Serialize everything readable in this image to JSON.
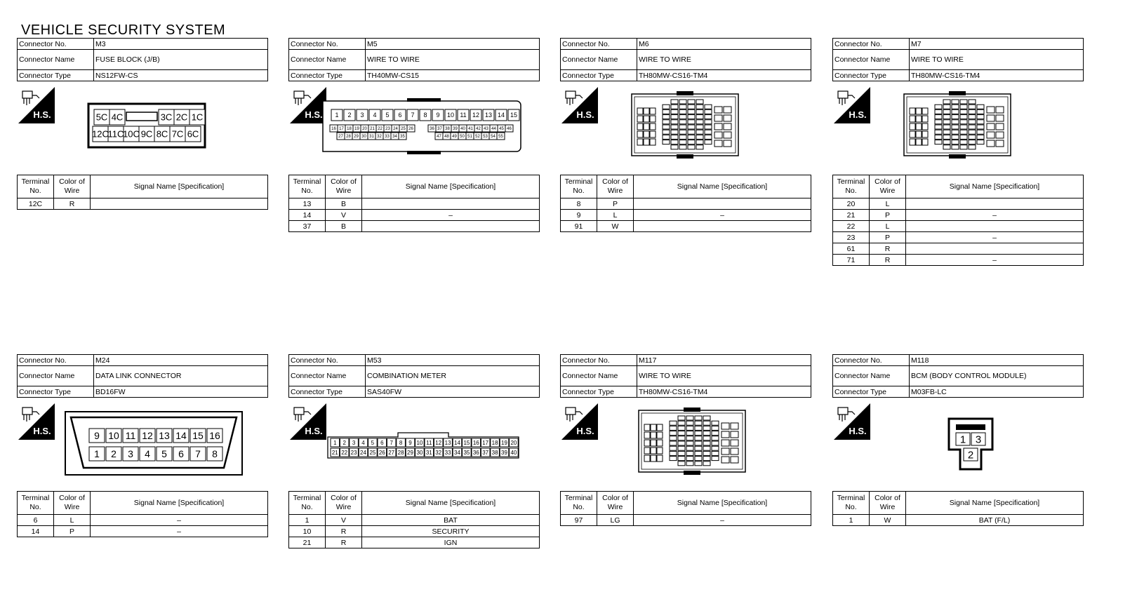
{
  "page_title": "VEHICLE SECURITY SYSTEM",
  "labels": {
    "connector_no": "Connector No.",
    "connector_name": "Connector Name",
    "connector_type": "Connector Type",
    "terminal_no": "Terminal No.",
    "color_of_wire": "Color of Wire",
    "signal_name": "Signal Name [Specification]",
    "hs": "H.S."
  },
  "connectors": [
    {
      "no": "M3",
      "name": "FUSE BLOCK (J/B)",
      "type": "NS12FW-CS",
      "kind": "fuse",
      "pins_top": [
        "5C",
        "4C",
        "",
        "3C",
        "2C",
        "1C"
      ],
      "pins_bottom": [
        "12C",
        "11C",
        "10C",
        "9C",
        "8C",
        "7C",
        "6C"
      ],
      "rows": [
        {
          "t": "12C",
          "c": "R",
          "s": ""
        }
      ]
    },
    {
      "no": "M5",
      "name": "WIRE TO WIRE",
      "type": "TH40MW-CS15",
      "kind": "m5",
      "rows": [
        {
          "t": "13",
          "c": "B",
          "s": ""
        },
        {
          "t": "14",
          "c": "V",
          "s": "–"
        },
        {
          "t": "37",
          "c": "B",
          "s": ""
        }
      ]
    },
    {
      "no": "M6",
      "name": "WIRE TO WIRE",
      "type": "TH80MW-CS16-TM4",
      "kind": "th80",
      "rows": [
        {
          "t": "8",
          "c": "P",
          "s": ""
        },
        {
          "t": "9",
          "c": "L",
          "s": "–"
        },
        {
          "t": "91",
          "c": "W",
          "s": ""
        }
      ]
    },
    {
      "no": "M7",
      "name": "WIRE TO WIRE",
      "type": "TH80MW-CS16-TM4",
      "kind": "th80",
      "rows": [
        {
          "t": "20",
          "c": "L",
          "s": ""
        },
        {
          "t": "21",
          "c": "P",
          "s": "–"
        },
        {
          "t": "22",
          "c": "L",
          "s": ""
        },
        {
          "t": "23",
          "c": "P",
          "s": "–"
        },
        {
          "t": "61",
          "c": "R",
          "s": ""
        },
        {
          "t": "71",
          "c": "R",
          "s": "–"
        }
      ]
    },
    {
      "no": "M24",
      "name": "DATA LINK CONNECTOR",
      "type": "BD16FW",
      "kind": "dlc",
      "rows": [
        {
          "t": "6",
          "c": "L",
          "s": "–"
        },
        {
          "t": "14",
          "c": "P",
          "s": "–"
        }
      ]
    },
    {
      "no": "M53",
      "name": "COMBINATION METER",
      "type": "SAS40FW",
      "kind": "meter",
      "rows": [
        {
          "t": "1",
          "c": "V",
          "s": "BAT"
        },
        {
          "t": "10",
          "c": "R",
          "s": "SECURITY"
        },
        {
          "t": "21",
          "c": "R",
          "s": "IGN"
        }
      ]
    },
    {
      "no": "M117",
      "name": "WIRE TO WIRE",
      "type": "TH80MW-CS16-TM4",
      "kind": "th80",
      "rows": [
        {
          "t": "97",
          "c": "LG",
          "s": "–"
        }
      ]
    },
    {
      "no": "M118",
      "name": "BCM (BODY CONTROL MODULE)",
      "type": "M03FB-LC",
      "kind": "bcm",
      "pins_top": [
        "1",
        "3"
      ],
      "pins_bottom": [
        "2"
      ],
      "rows": [
        {
          "t": "1",
          "c": "W",
          "s": "BAT (F/L)"
        }
      ]
    }
  ]
}
